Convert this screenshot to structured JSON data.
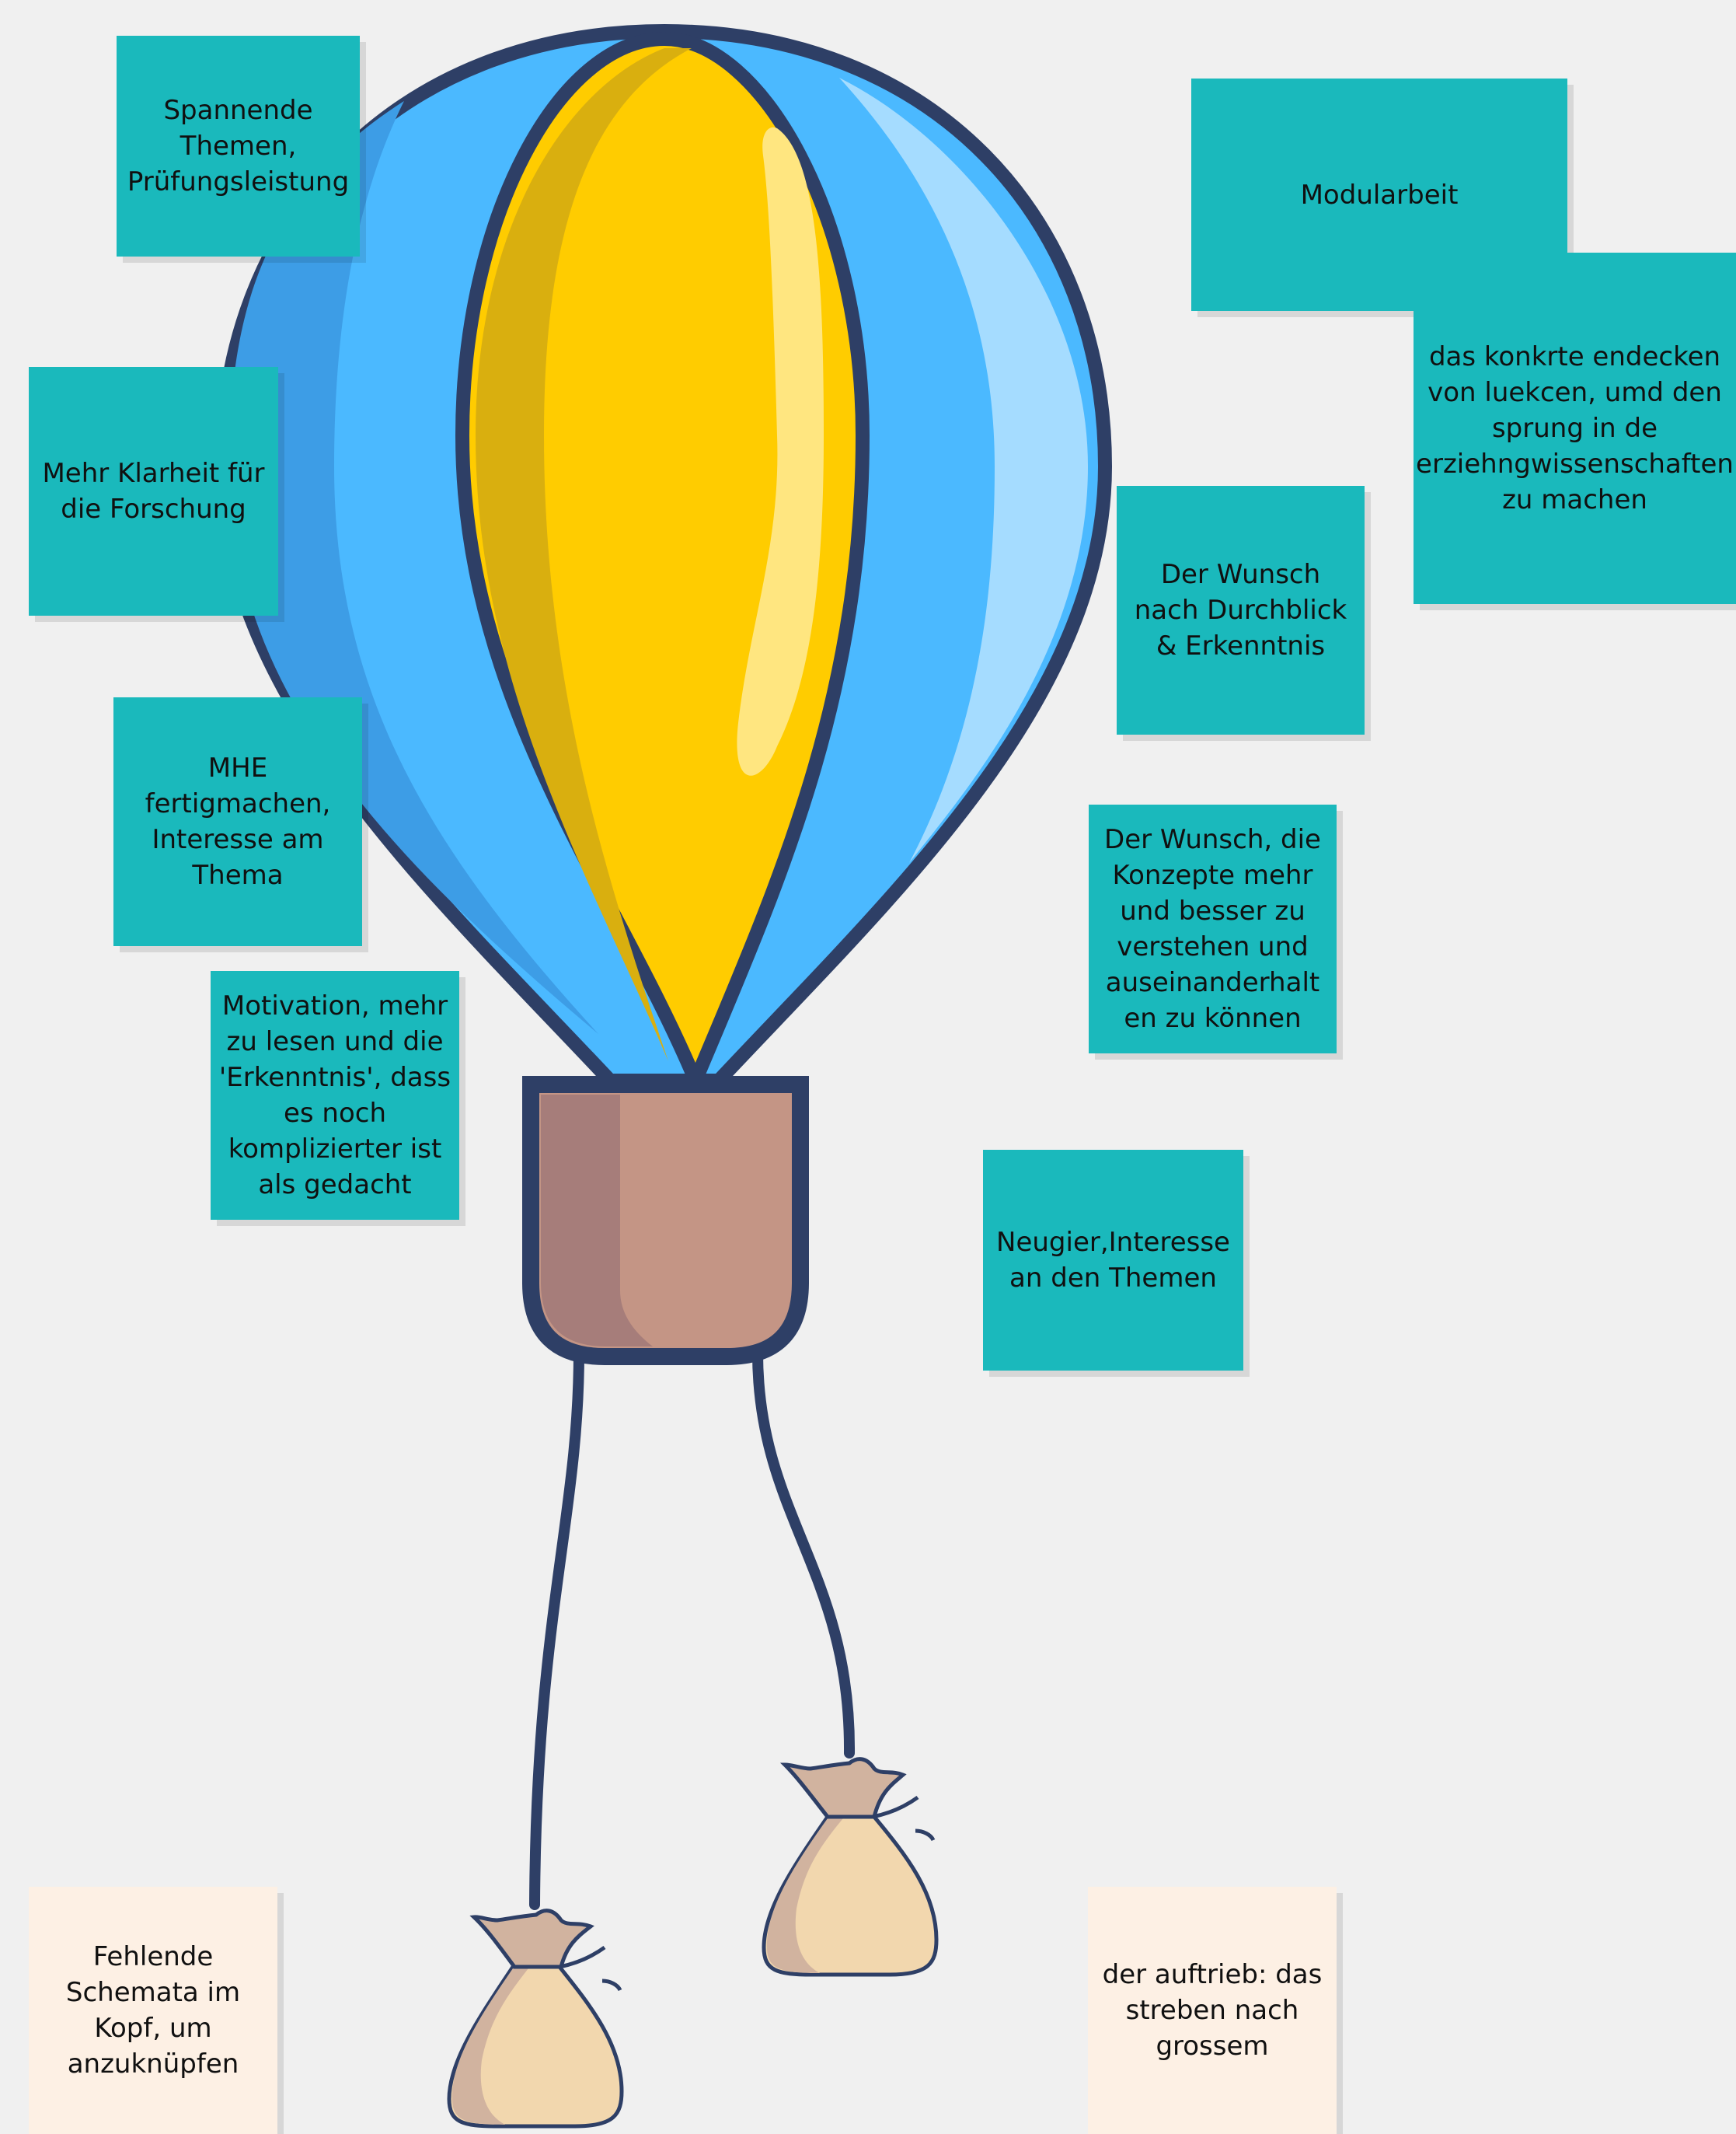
{
  "colors": {
    "background": "#f0f0f0",
    "note_teal": "#1ab9bc",
    "note_cream": "#fdf0e4",
    "outline": "#2e3f66",
    "balloon_blue_dark": "#3d9de6",
    "balloon_blue": "#4bb9ff",
    "balloon_blue_light": "#a5dcff",
    "balloon_yellow": "#ffcc00",
    "balloon_yellow_dark": "#d9af0f",
    "balloon_yellow_highlight": "#ffe680",
    "basket": "#c49585",
    "basket_dark": "#a67d7a",
    "sandbag": "#f2d7ae",
    "sandbag_shade": "#d1b39f"
  },
  "notes": {
    "spannende": "Spannende\nThemen,\nPrüfungsleistung",
    "modularbeit": "Modularbeit",
    "luecken": "das konkrte endecken\nvon luekcen, umd den\nsprung in de\nerziehngwissenschaften\nzu machen",
    "klarheit": "Mehr Klarheit für\ndie Forschung",
    "durchblick": "Der Wunsch\nnach Durchblick\n& Erkenntnis",
    "mhe": "MHE\nfertigmachen,\nInteresse am\nThema",
    "konzepte": "Der Wunsch, die\nKonzepte mehr\nund besser zu\nverstehen und\nauseinanderhalt\nen zu können",
    "motivation": "Motivation, mehr\nzu lesen und die\n'Erkenntnis', dass\nes noch\nkomplizierter ist\nals gedacht",
    "neugier": "Neugier,Interesse\nan den Themen",
    "schemata": "Fehlende\nSchemata im\nKopf, um\nanzuknüpfen",
    "auftrieb": "der auftrieb: das\nstreben nach\ngrossem"
  }
}
